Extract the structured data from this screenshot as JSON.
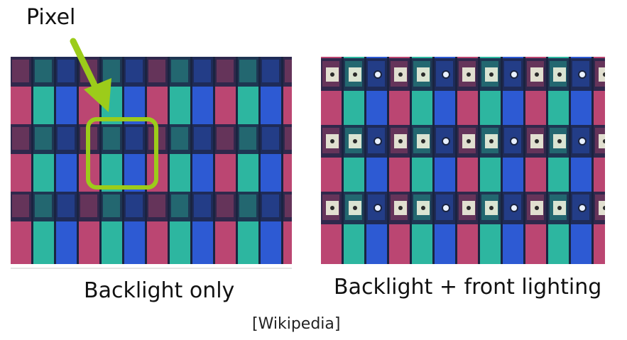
{
  "labels": {
    "pixel": "Pixel",
    "left_caption": "Backlight only",
    "right_caption": "Backlight + front lighting",
    "source": "[Wikipedia]"
  },
  "colors": {
    "red_subpixel": "#c94a76",
    "green_subpixel": "#2fc3a8",
    "blue_subpixel": "#2f5fe0",
    "dark_band": "#1c2447",
    "highlight": "#9ccc1a",
    "arrow": "#9ccc1a"
  }
}
